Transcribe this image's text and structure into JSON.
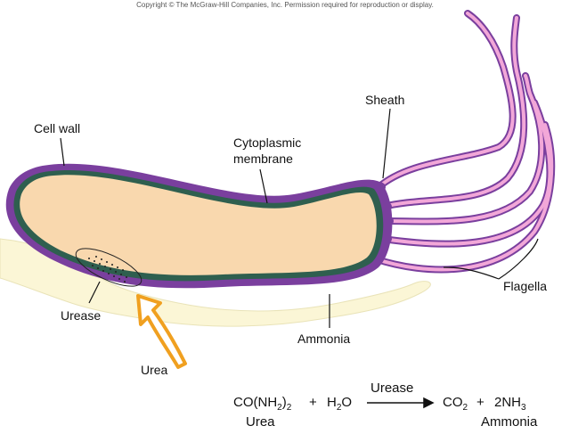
{
  "copyright": "Copyright © The McGraw-Hill Companies, Inc. Permission required for reproduction or display.",
  "labels": {
    "cell_wall": "Cell wall",
    "cytoplasmic_membrane_line1": "Cytoplasmic",
    "cytoplasmic_membrane_line2": "membrane",
    "sheath": "Sheath",
    "flagella": "Flagella",
    "urease": "Urease",
    "ammonia": "Ammonia",
    "urea": "Urea"
  },
  "equation": {
    "reactant1": "CO(NH",
    "reactant1_sub": "2",
    "reactant1_close": ")",
    "reactant1_close_sub": "2",
    "plus1": "+",
    "reactant2_main": "H",
    "reactant2_sub": "2",
    "reactant2_end": "O",
    "enzyme": "Urease",
    "product1_main": "CO",
    "product1_sub": "2",
    "plus2": "+",
    "product2_main": "2NH",
    "product2_sub": "3",
    "reactant_name": "Urea",
    "product_name": "Ammonia"
  },
  "colors": {
    "cytoplasm": "#f9d8ae",
    "membrane": "#2f5f4f",
    "cell_wall": "#7a3f9e",
    "flagella_outline": "#7a3f9e",
    "flagella_fill": "#f2a7d8",
    "ammonia_cloud": "#fbf6d6",
    "urea_arrow": "#f0a020"
  }
}
